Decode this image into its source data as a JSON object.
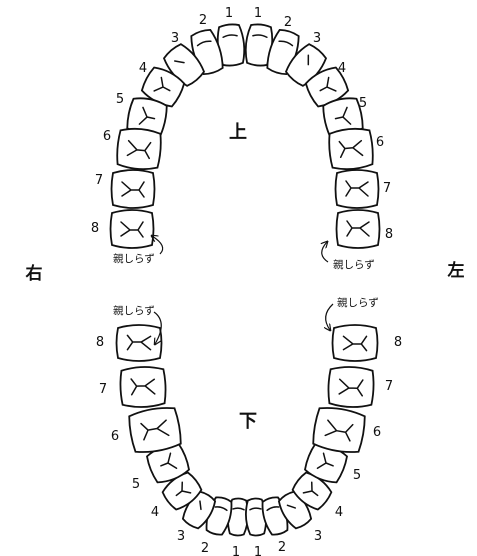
{
  "labels": {
    "upper_jaw": "上",
    "lower_jaw": "下",
    "right_side": "右",
    "left_side": "左",
    "wisdom_tooth": "親しらず"
  },
  "tooth_numbers": [
    "1",
    "2",
    "3",
    "4",
    "5",
    "6",
    "7",
    "8"
  ],
  "icons": {
    "tooth": "tooth-outline",
    "arrow": "curved-arrow"
  }
}
